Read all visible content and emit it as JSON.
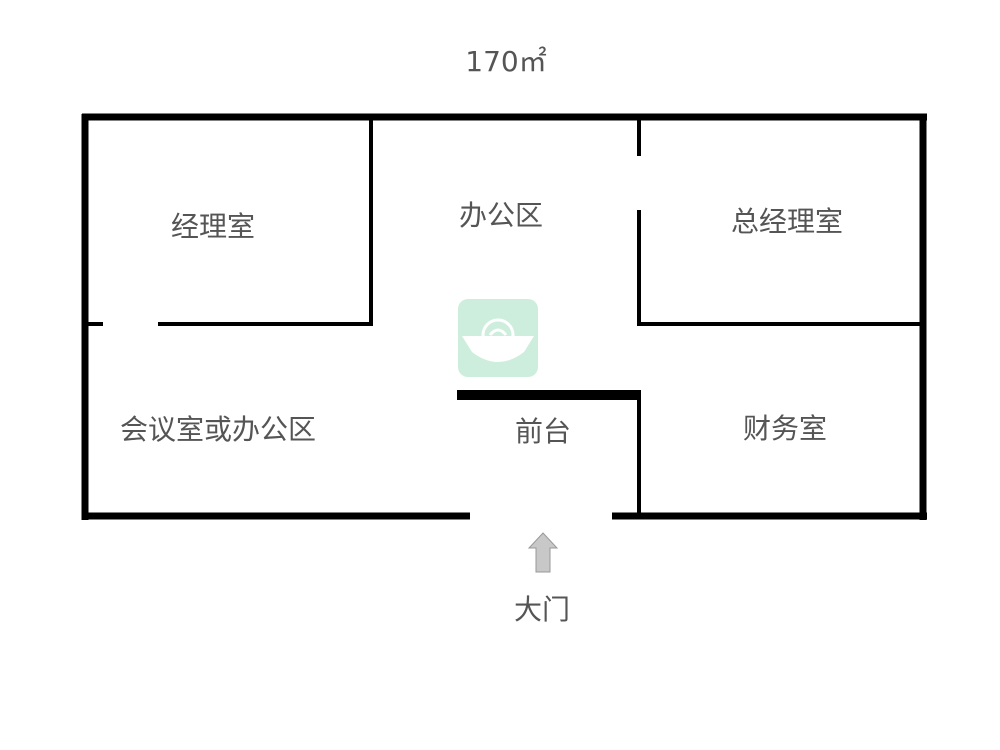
{
  "area": "170㎡",
  "rooms": {
    "manager": "经理室",
    "office": "办公区",
    "general_manager": "总经理室",
    "meeting": "会议室或办公区",
    "reception": "前台",
    "finance": "财务室"
  },
  "entrance": "大门",
  "colors": {
    "wall": "#000000",
    "text": "#555555",
    "arrow": "#c8c8c8",
    "logo": "#cdeedd"
  }
}
